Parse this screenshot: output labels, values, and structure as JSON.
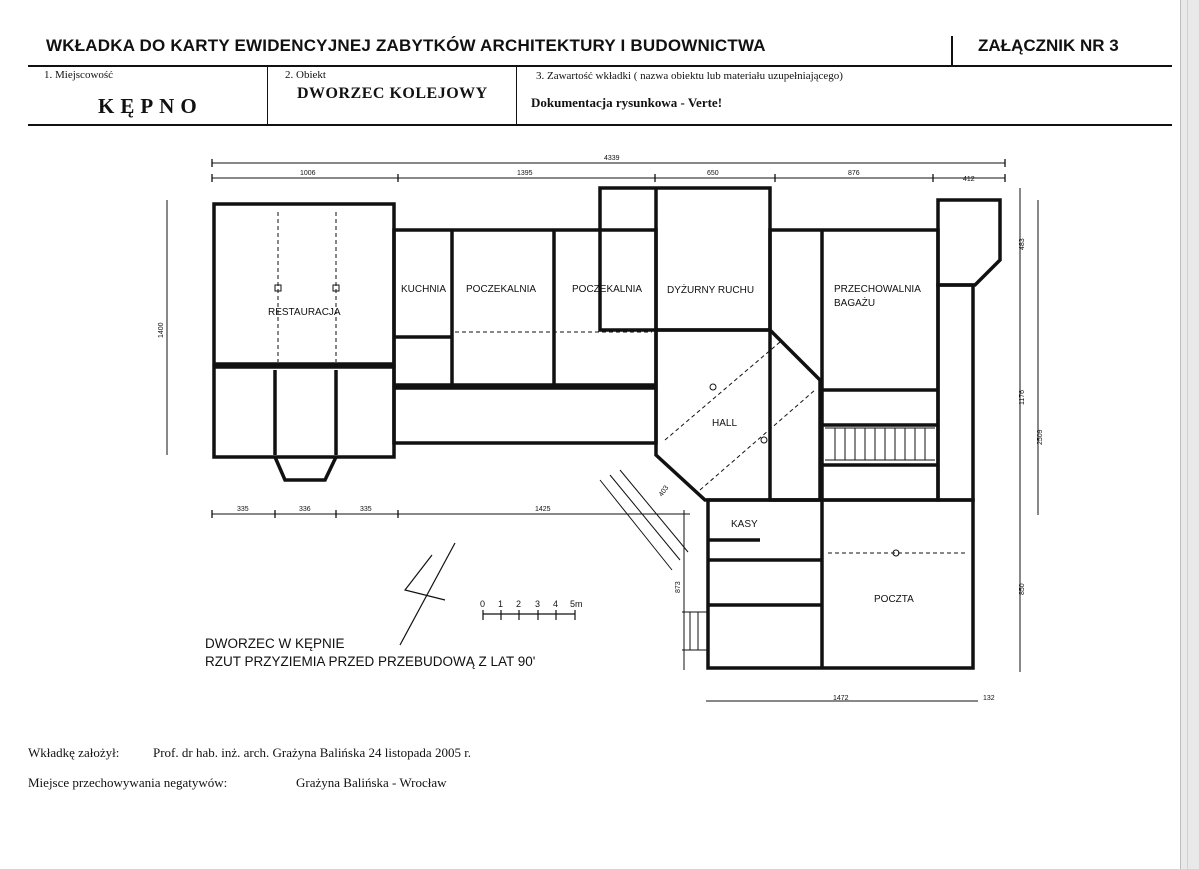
{
  "header": {
    "title": "WKŁADKA DO KARTY EWIDENCYJNEJ ZABYTKÓW ARCHITEKTURY I BUDOWNICTWA",
    "attachment": "ZAŁĄCZNIK NR 3"
  },
  "fields": {
    "f1_label": "1. Miejscowość",
    "f1_value": "KĘPNO",
    "f2_label": "2. Obiekt",
    "f2_value": "DWORZEC KOLEJOWY",
    "f3_label": "3. Zawartość wkładki ( nazwa obiektu lub materiału uzupełniającego)",
    "f3_value": "Dokumentacja rysunkowa - Verte!"
  },
  "plan": {
    "rooms": {
      "restauracja": "RESTAURACJA",
      "kuchnia": "KUCHNIA",
      "poczekalnia_1": "POCZEKALNIA",
      "poczekalnia_2": "POCZEKALNIA",
      "dyzurny_ruchu": "DYŻURNY RUCHU",
      "przechowalnia_1": "PRZECHOWALNIA",
      "przechowalnia_2": "BAGAŻU",
      "hall": "HALL",
      "kasy": "KASY",
      "poczta": "POCZTA"
    },
    "dimensions": {
      "total_top": "4339",
      "top_1": "1006",
      "top_2": "1395",
      "top_3": "650",
      "top_4": "876",
      "top_5": "412",
      "left": "1400",
      "bottom_1": "335",
      "bottom_2": "336",
      "bottom_3": "335",
      "bottom_4": "1425",
      "right_1": "483",
      "right_2": "1176",
      "right_3": "850",
      "right_total": "2509",
      "lower_1472": "1472",
      "lower_132": "132",
      "side_873": "873",
      "diag_403": "403"
    },
    "scale_labels": [
      "0",
      "1",
      "2",
      "3",
      "4",
      "5m"
    ],
    "caption_line1": "DWORZEC W KĘPNIE",
    "caption_line2": "RZUT PRZYZIEMIA PRZED PRZEBUDOWĄ Z LAT 90'"
  },
  "footer": {
    "founder_label": "Wkładkę założył:",
    "founder_value": "Prof. dr hab. inż. arch. Grażyna Balińska  24 listopada 2005 r.",
    "storage_label": "Miejsce przechowywania negatywów:",
    "storage_value": "Grażyna Balińska - Wrocław"
  },
  "colors": {
    "ink": "#111111",
    "paper": "#ffffff",
    "edge": "#e9e9e9"
  }
}
